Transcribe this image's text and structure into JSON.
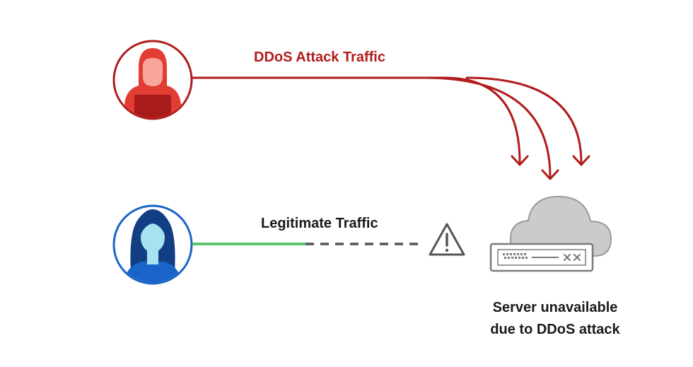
{
  "labels": {
    "attack_traffic": "DDoS Attack Traffic",
    "legit_traffic": "Legitimate Traffic",
    "server_status_line1": "Server unavailable",
    "server_status_line2": "due to DDoS attack"
  },
  "icons": {
    "attacker": "hooded-attacker-icon",
    "user": "user-avatar-icon",
    "warning": "warning-triangle-icon",
    "cloud": "cloud-icon",
    "server": "server-rack-icon"
  },
  "colors": {
    "attack_red": "#b01c1c",
    "attacker_fill": "#f2847e",
    "user_blue": "#1a63c8",
    "user_fill": "#a6e2f0",
    "legit_green": "#5cc46e",
    "dash_gray": "#555555",
    "cloud_gray": "#cbcbcb",
    "text_dark": "#1a1a1a"
  }
}
